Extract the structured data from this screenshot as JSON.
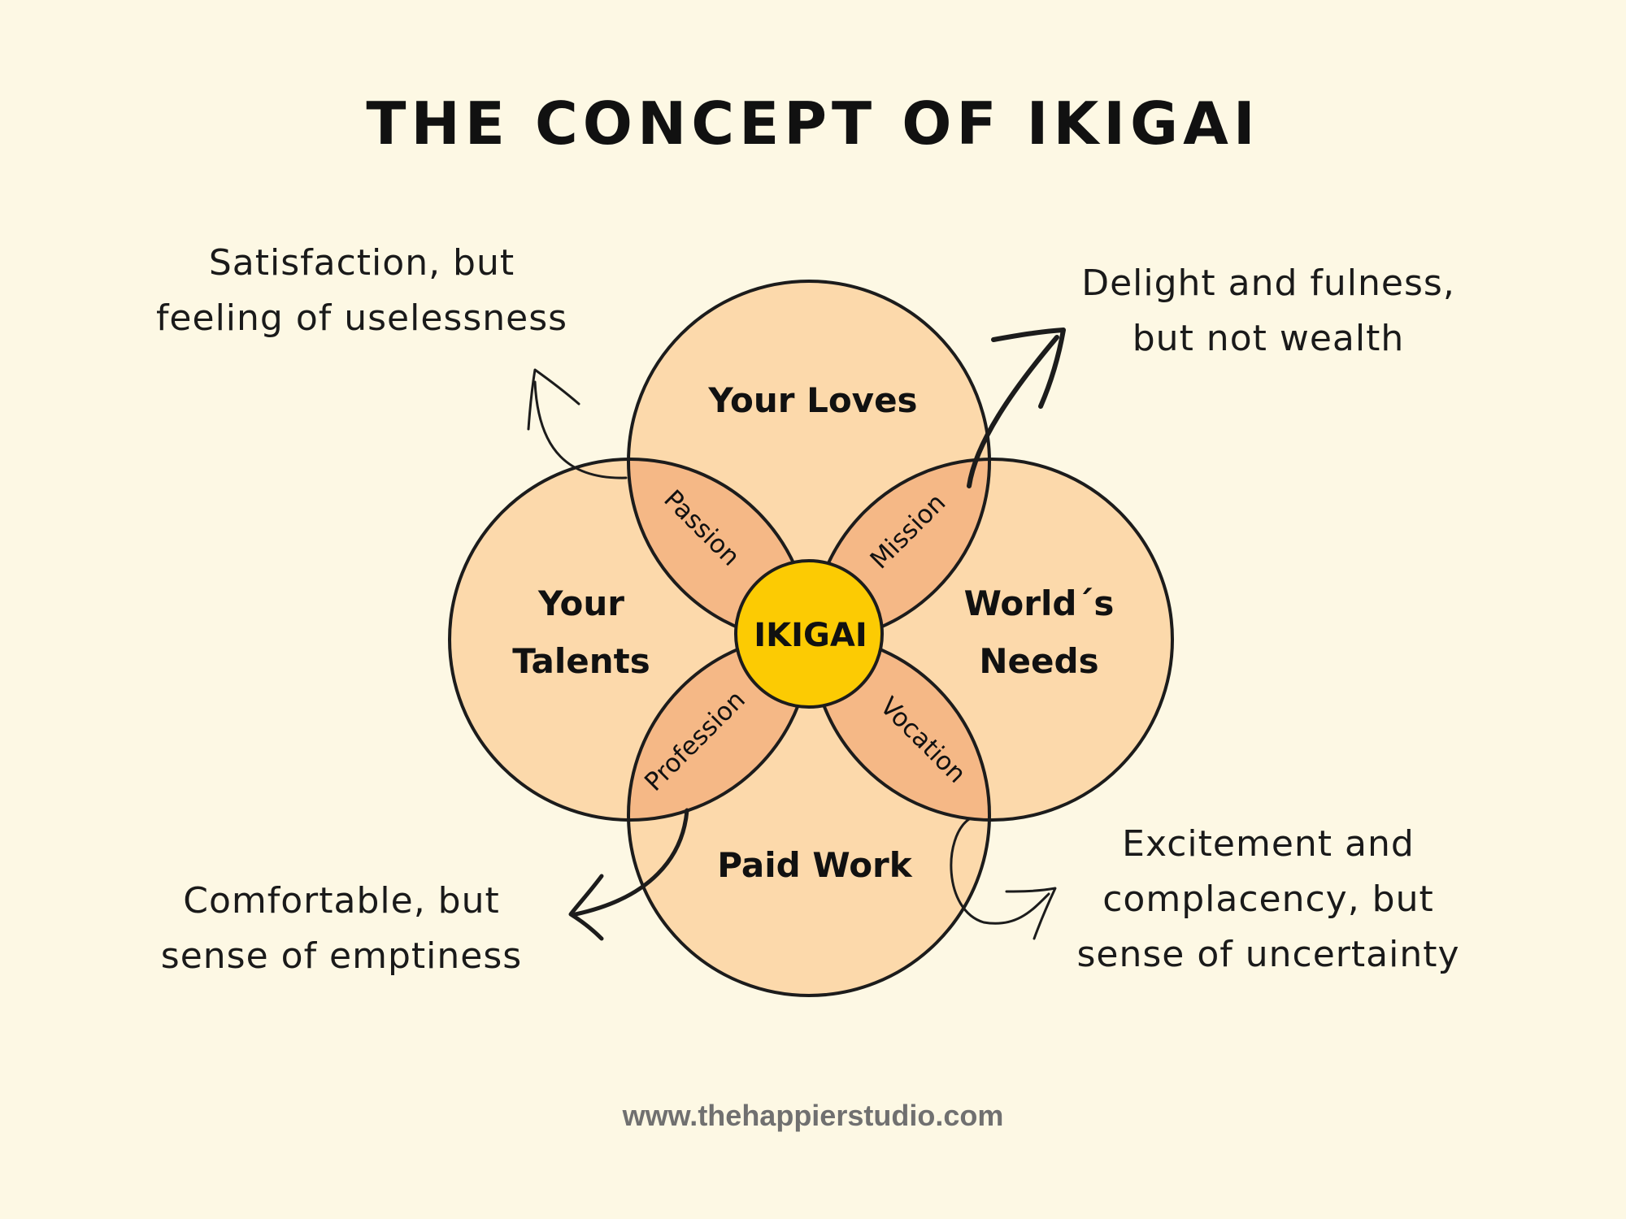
{
  "title": "THE CONCEPT OF IKIGAI",
  "circles": {
    "loves": "Your Loves",
    "talents_line1": "Your",
    "talents_line2": "Talents",
    "needs_line1": "World´s",
    "needs_line2": "Needs",
    "paid_work": "Paid Work"
  },
  "overlaps": {
    "passion": "Passion",
    "mission": "Mission",
    "profession": "Profession",
    "vocation": "Vocation"
  },
  "center": "IKIGAI",
  "notes": {
    "passion_line1": "Satisfaction, but",
    "passion_line2": "feeling of uselessness",
    "mission_line1": "Delight and fulness,",
    "mission_line2": "but not wealth",
    "profession_line1": "Comfortable, but",
    "profession_line2": "sense of emptiness",
    "vocation_line1": "Excitement and",
    "vocation_line2": "complacency, but",
    "vocation_line3": "sense of uncertainty"
  },
  "footer": "www.thehappierstudio.com",
  "colors": {
    "background": "#fdf8e4",
    "circle_fill": "#fcd9ab",
    "overlap_fill": "#f5b886",
    "center_fill": "#fccb03",
    "stroke": "#1c1c1c"
  }
}
